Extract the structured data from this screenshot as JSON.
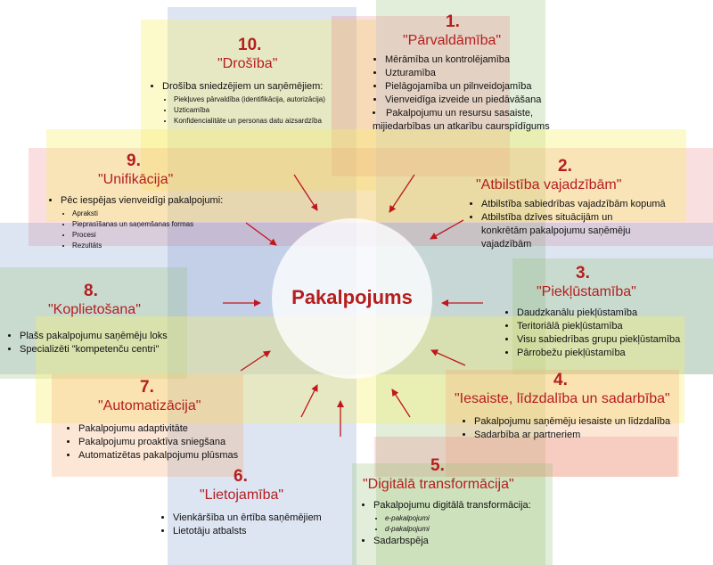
{
  "center_label": "Pakalpojums",
  "b1": {
    "num": "1.",
    "title": "\"Pārvaldāmība\"",
    "items": [
      "Mērāmība un kontrolējamība",
      "Uzturamība",
      "Pielāgojamība un pilnveidojamība",
      "Vienveidīga izveide un piedāvāšana",
      "Pakalpojumu un resursu sasaiste, mijiedarbības un atkarību caurspīdīgums"
    ]
  },
  "b2": {
    "num": "2.",
    "title": "\"Atbilstība vajadzībām\"",
    "items": [
      "Atbilstība sabiedrības vajadzībām kopumā",
      "Atbilstība dzīves situācijām un konkrētām pakalpojumu saņēmēju vajadzībām"
    ]
  },
  "b3": {
    "num": "3.",
    "title": "\"Piekļūstamība\"",
    "items": [
      "Daudzkanālu piekļūstamība",
      "Teritoriālā piekļūstamība",
      "Visu sabiedrības grupu piekļūstamība",
      "Pārrobežu piekļūstamība"
    ]
  },
  "b4": {
    "num": "4.",
    "title": "\"Iesaiste, līdzdalība un sadarbība\"",
    "items": [
      "Pakalpojumu saņēmēju iesaiste un līdzdalība",
      "Sadarbība ar partneriem"
    ]
  },
  "b5": {
    "num": "5.",
    "title": "\"Digitālā transformācija\"",
    "item1": "Pakalpojumu digitālā transformācija:",
    "subs": [
      "e-pakalpojumi",
      "d-pakalpojumi"
    ],
    "item2": "Sadarbspēja"
  },
  "b6": {
    "num": "6.",
    "title": "\"Lietojamība\"",
    "items": [
      "Vienkāršība un ērtība saņēmējiem",
      "Lietotāju atbalsts"
    ]
  },
  "b7": {
    "num": "7.",
    "title": "\"Automatizācija\"",
    "items": [
      "Pakalpojumu adaptivitāte",
      "Pakalpojumu proaktīva sniegšana",
      "Automatizētas pakalpojumu plūsmas"
    ]
  },
  "b8": {
    "num": "8.",
    "title": "\"Koplietošana\"",
    "items": [
      "Plašs pakalpojumu saņēmēju loks",
      "Specializēti \"kompetenču centri\""
    ]
  },
  "b9": {
    "num": "9.",
    "title": "\"Unifikācija\"",
    "item1": "Pēc iespējas vienveidīgi pakalpojumi:",
    "subs": [
      "Apraksti",
      "Pieprasīšanas un saņemšanas formas",
      "Procesi",
      "Rezultāts"
    ]
  },
  "b10": {
    "num": "10.",
    "title": "\"Drošība\"",
    "item1": "Drošība sniedzējiem un saņēmējiem:",
    "subs": [
      "Piekļuves pārvaldība (identifikācija, autorizācija)",
      "Uzticamība",
      "Konfidencialitāte un personas datu aizsardzība"
    ]
  },
  "colors": {
    "accent": "#b51e1e",
    "arrow": "#c0161c"
  }
}
